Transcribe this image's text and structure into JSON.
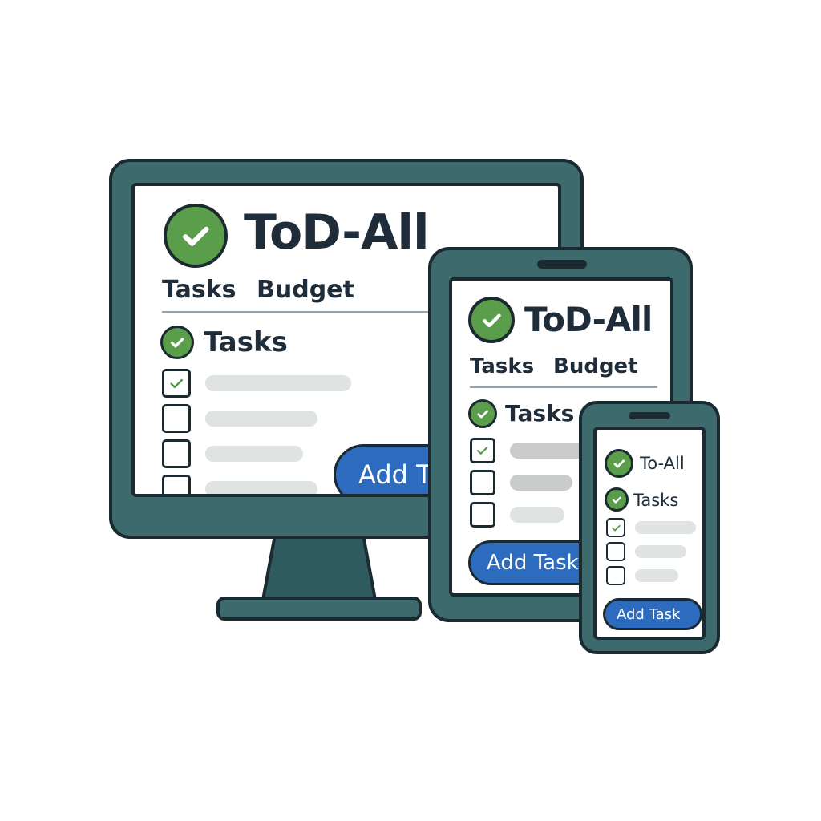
{
  "desktop": {
    "app_title": "ToD-All",
    "tabs": [
      "Tasks",
      "Budget"
    ],
    "section_title": "Tasks",
    "button_label": "Add Task",
    "task_checked": [
      true,
      false,
      false,
      false
    ]
  },
  "tablet": {
    "app_title": "ToD-All",
    "tabs": [
      "Tasks",
      "Budget"
    ],
    "section_title": "Tasks",
    "button_label": "Add Task",
    "task_checked": [
      true,
      false,
      false
    ]
  },
  "phone": {
    "app_title": "To-All",
    "section_title": "Tasks",
    "button_label": "Add Task",
    "task_checked": [
      true,
      false,
      false
    ]
  },
  "colors": {
    "device_frame": "#3d6b6d",
    "outline": "#1b2a30",
    "check_green": "#5a9e4c",
    "button_blue": "#2d6bbf"
  },
  "icons": [
    "check-circle-icon",
    "checkmark-icon"
  ]
}
